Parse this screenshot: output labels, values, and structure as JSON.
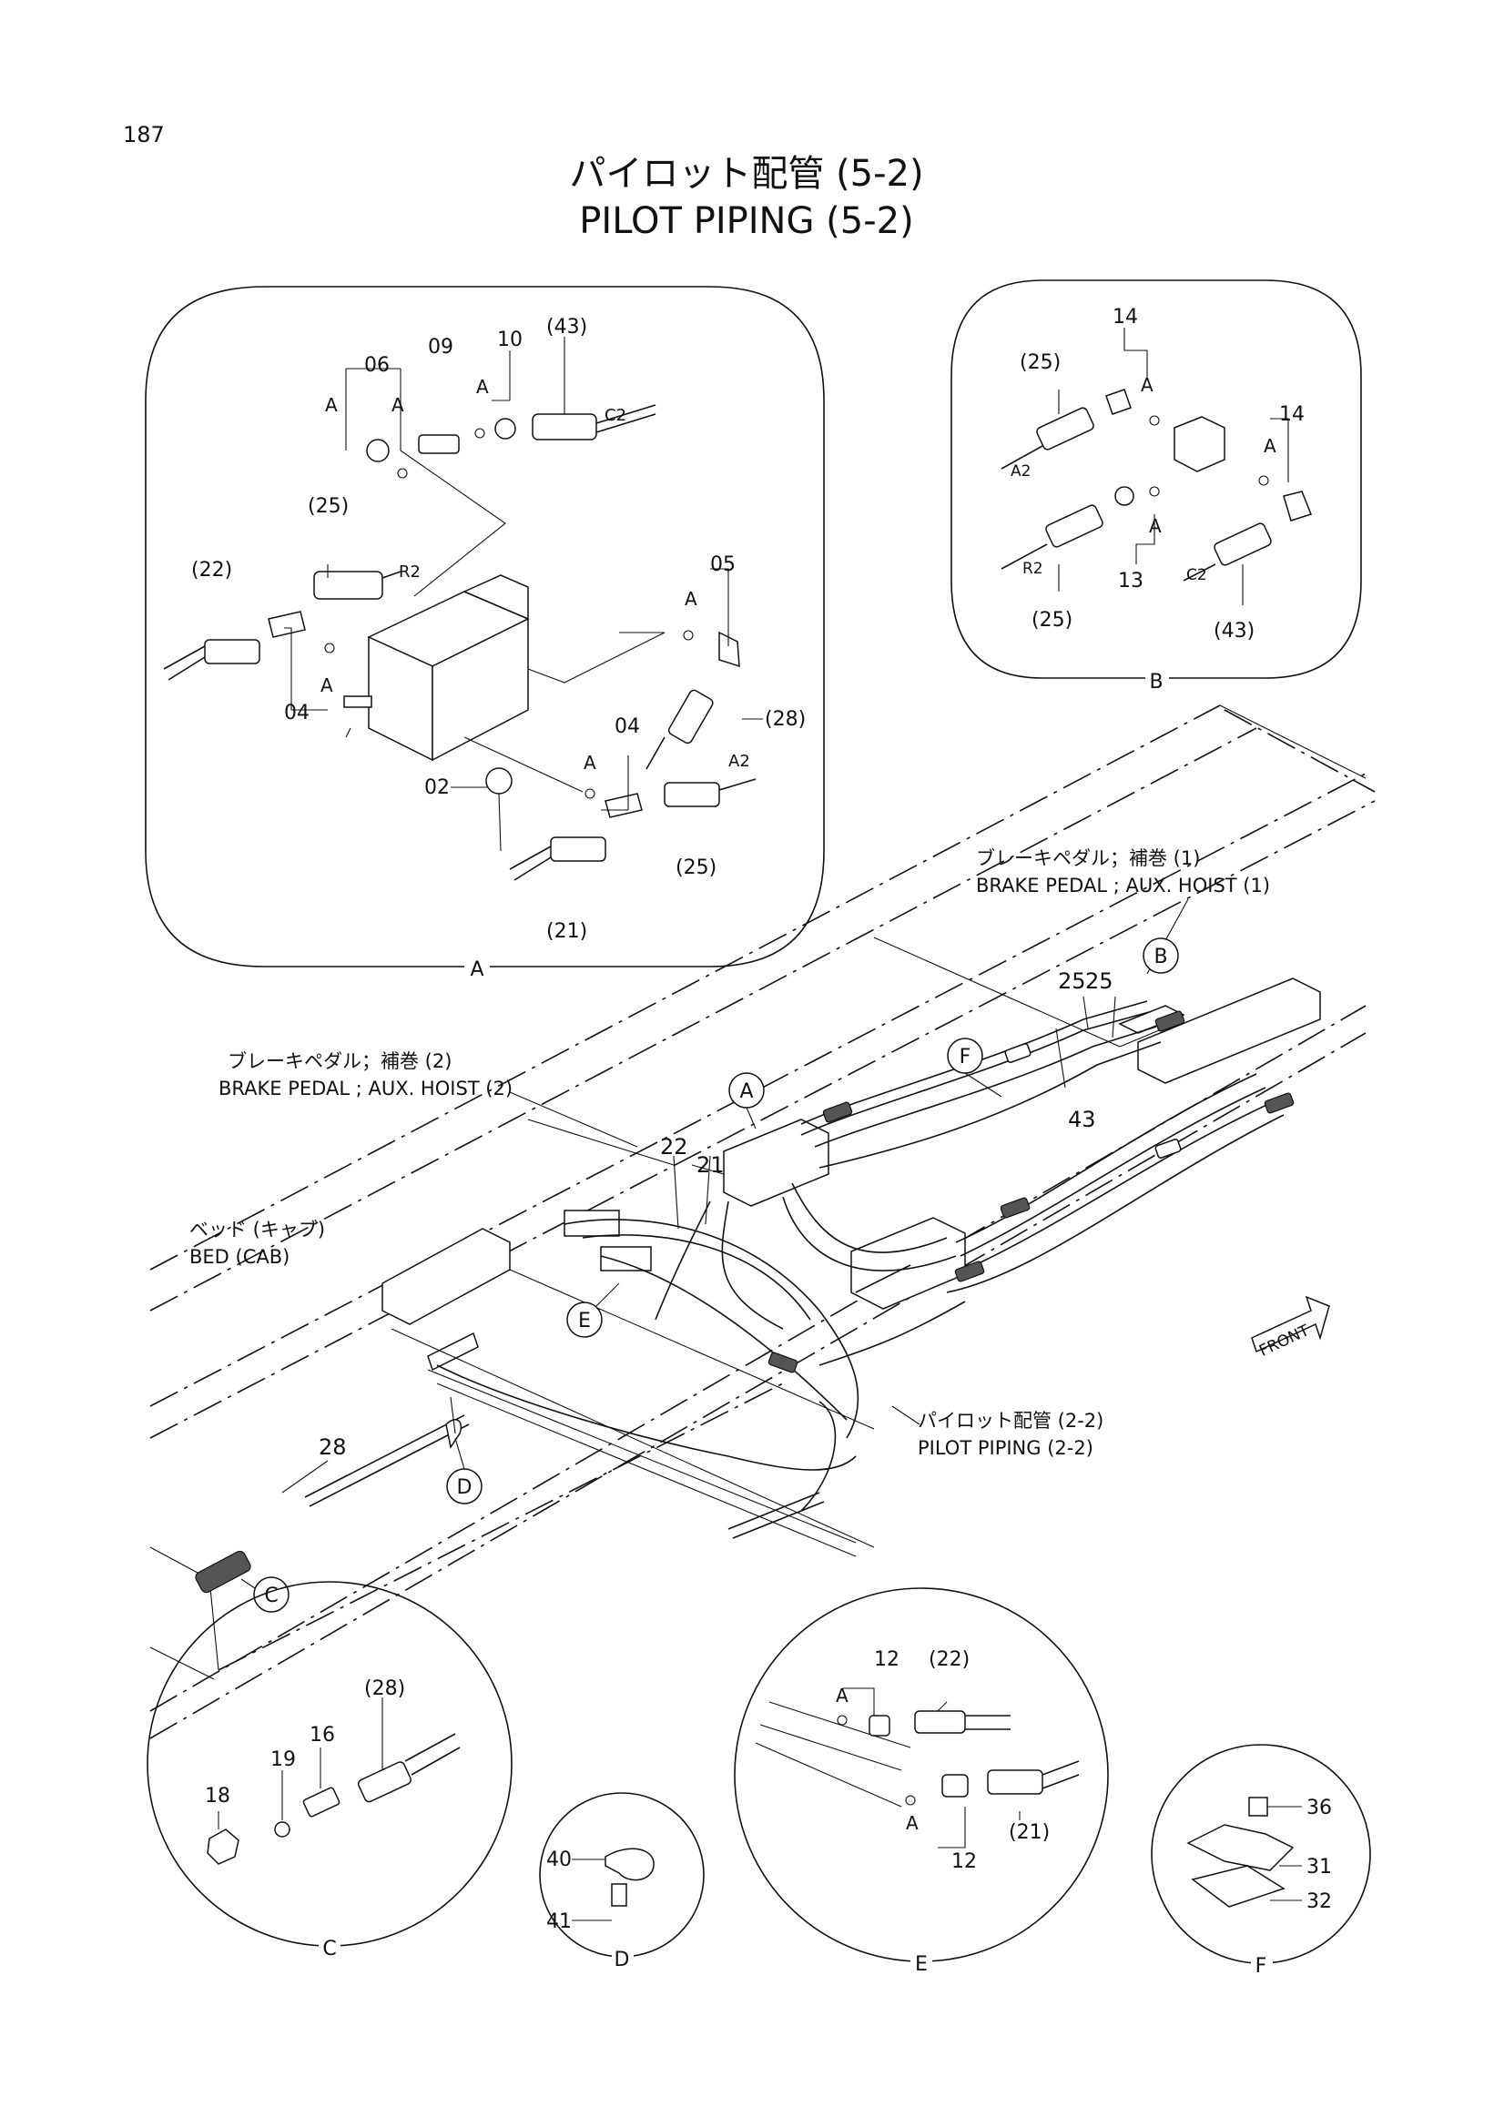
{
  "page_number": "187",
  "title_jp": "パイロット配管 (5-2)",
  "title_en": "PILOT PIPING (5-2)",
  "detail_A": {
    "frame_label": "A",
    "callouts": {
      "c06": "06",
      "c09": "09",
      "c10": "10",
      "c43": "(43)",
      "c25": "(25)",
      "c22": "(22)",
      "c05": "05",
      "c04a": "04",
      "c04b": "04",
      "c28": "(28)",
      "c02": "02",
      "c25b": "(25)",
      "c21": "(21)"
    },
    "port_labels": {
      "a1": "A",
      "a2": "A",
      "a3": "A",
      "a4": "A",
      "a5": "A",
      "a6": "A",
      "r2": "R2",
      "c2": "C2",
      "a2p": "A2"
    }
  },
  "detail_B": {
    "frame_label": "B",
    "callouts": {
      "c14a": "14",
      "c14b": "14",
      "c25": "(25)",
      "c13": "13",
      "c25b": "(25)",
      "c43": "(43)"
    },
    "port_labels": {
      "a1": "A",
      "a2": "A",
      "a3": "A",
      "a2p": "A2",
      "r2": "R2",
      "c2": "C2"
    }
  },
  "main": {
    "brake1_jp": "ブレーキペダル；補巻 (1)",
    "brake1_en": "BRAKE PEDAL ; AUX. HOIST (1)",
    "brake2_jp": "ブレーキペダル；補巻 (2)",
    "brake2_en": "BRAKE PEDAL ; AUX. HOIST (2)",
    "bed_jp": "ベッド (キャブ)",
    "bed_en": "BED (CAB)",
    "pilot_jp": "パイロット配管 (2-2)",
    "pilot_en": "PILOT PIPING (2-2)",
    "front": "FRONT",
    "numbers": {
      "n25a": "25",
      "n25b": "25",
      "n43": "43",
      "n22": "22",
      "n21": "21",
      "n28": "28"
    },
    "circles": {
      "A": "A",
      "B": "B",
      "C": "C",
      "D": "D",
      "E": "E",
      "F": "F"
    }
  },
  "detail_C": {
    "frame_label": "C",
    "callouts": {
      "c28": "(28)",
      "c16": "16",
      "c19": "19",
      "c18": "18"
    }
  },
  "detail_D": {
    "frame_label": "D",
    "callouts": {
      "c40": "40",
      "c41": "41"
    }
  },
  "detail_E": {
    "frame_label": "E",
    "callouts": {
      "c12a": "12",
      "c22": "(22)",
      "c21": "(21)",
      "c12b": "12"
    },
    "port_labels": {
      "a1": "A",
      "a2": "A"
    }
  },
  "detail_F": {
    "frame_label": "F",
    "callouts": {
      "c36": "36",
      "c31": "31",
      "c32": "32"
    }
  }
}
